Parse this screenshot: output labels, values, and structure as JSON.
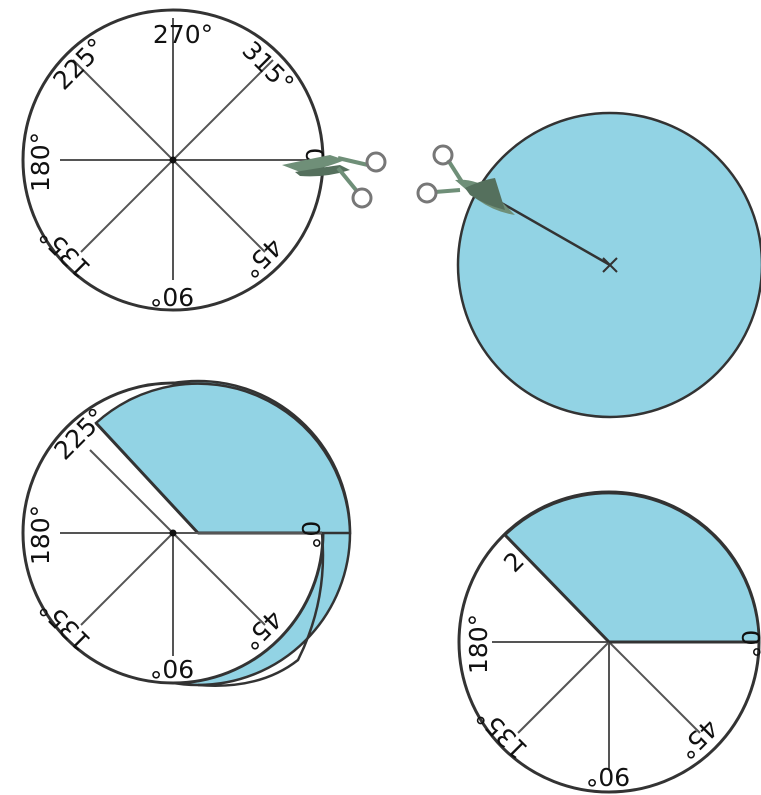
{
  "dial_labels": {
    "deg_0": "0°",
    "deg_45": "45°",
    "deg_90": "90°",
    "deg_135": "135°",
    "deg_180": "180°",
    "deg_225": "225°",
    "deg_270": "270°",
    "deg_315": "315°",
    "deg_225_partial": "2"
  },
  "colors": {
    "fill": "#92d3e4",
    "outline": "#333333",
    "scissors": "#6f8f78"
  },
  "icons": [
    "scissors-icon",
    "center-cross-icon"
  ]
}
